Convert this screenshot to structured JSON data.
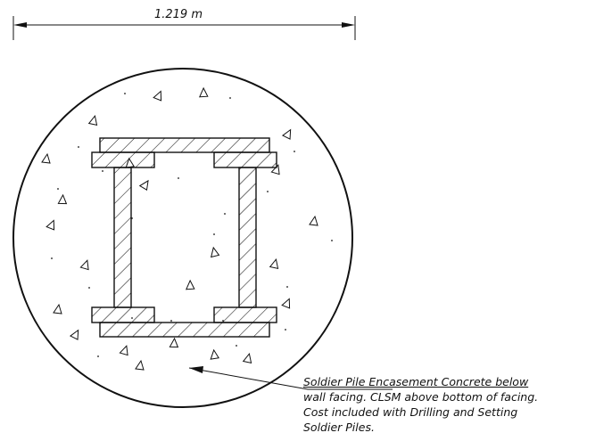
{
  "dimension": {
    "label": "1.219 m"
  },
  "note": {
    "lines": [
      "Soldier Pile Encasement Concrete below",
      "wall facing. CLSM above bottom of facing.",
      "Cost included with Drilling and Setting",
      "Soldier Piles."
    ]
  },
  "colors": {
    "line": "#111111",
    "background": "#ffffff"
  }
}
